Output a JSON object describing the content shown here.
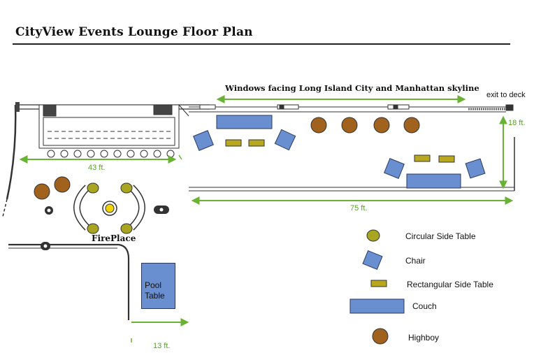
{
  "title": "CityView Events Lounge Floor Plan",
  "windows_label": "Windows facing Long Island City and Manhattan skyline",
  "exit_label": "exit to deck",
  "fireplace_label": "FirePlace",
  "pool_table_label_line1": "Pool",
  "pool_table_label_line2": "Table",
  "dimensions": {
    "left_room": "43 ft.",
    "main_room": "75 ft.",
    "depth": "18 ft.",
    "pool_area": "13 ft."
  },
  "legend": [
    {
      "label": "Circular Side Table",
      "icon": "circular-side-table-icon"
    },
    {
      "label": "Chair",
      "icon": "chair-icon"
    },
    {
      "label": "Rectangular Side Table",
      "icon": "rectangular-side-table-icon"
    },
    {
      "label": "Couch",
      "icon": "couch-icon"
    },
    {
      "label": "Highboy",
      "icon": "highboy-icon"
    }
  ],
  "colors": {
    "chair": "#6a8fd0",
    "couch": "#6a8fd0",
    "highboy": "#a0621c",
    "circular_side_table": "#a8a521",
    "rectangular_side_table": "#b8a81f",
    "dimension_line": "#6ab234",
    "fire": "#f2d400",
    "outline": "#2a3a60"
  }
}
